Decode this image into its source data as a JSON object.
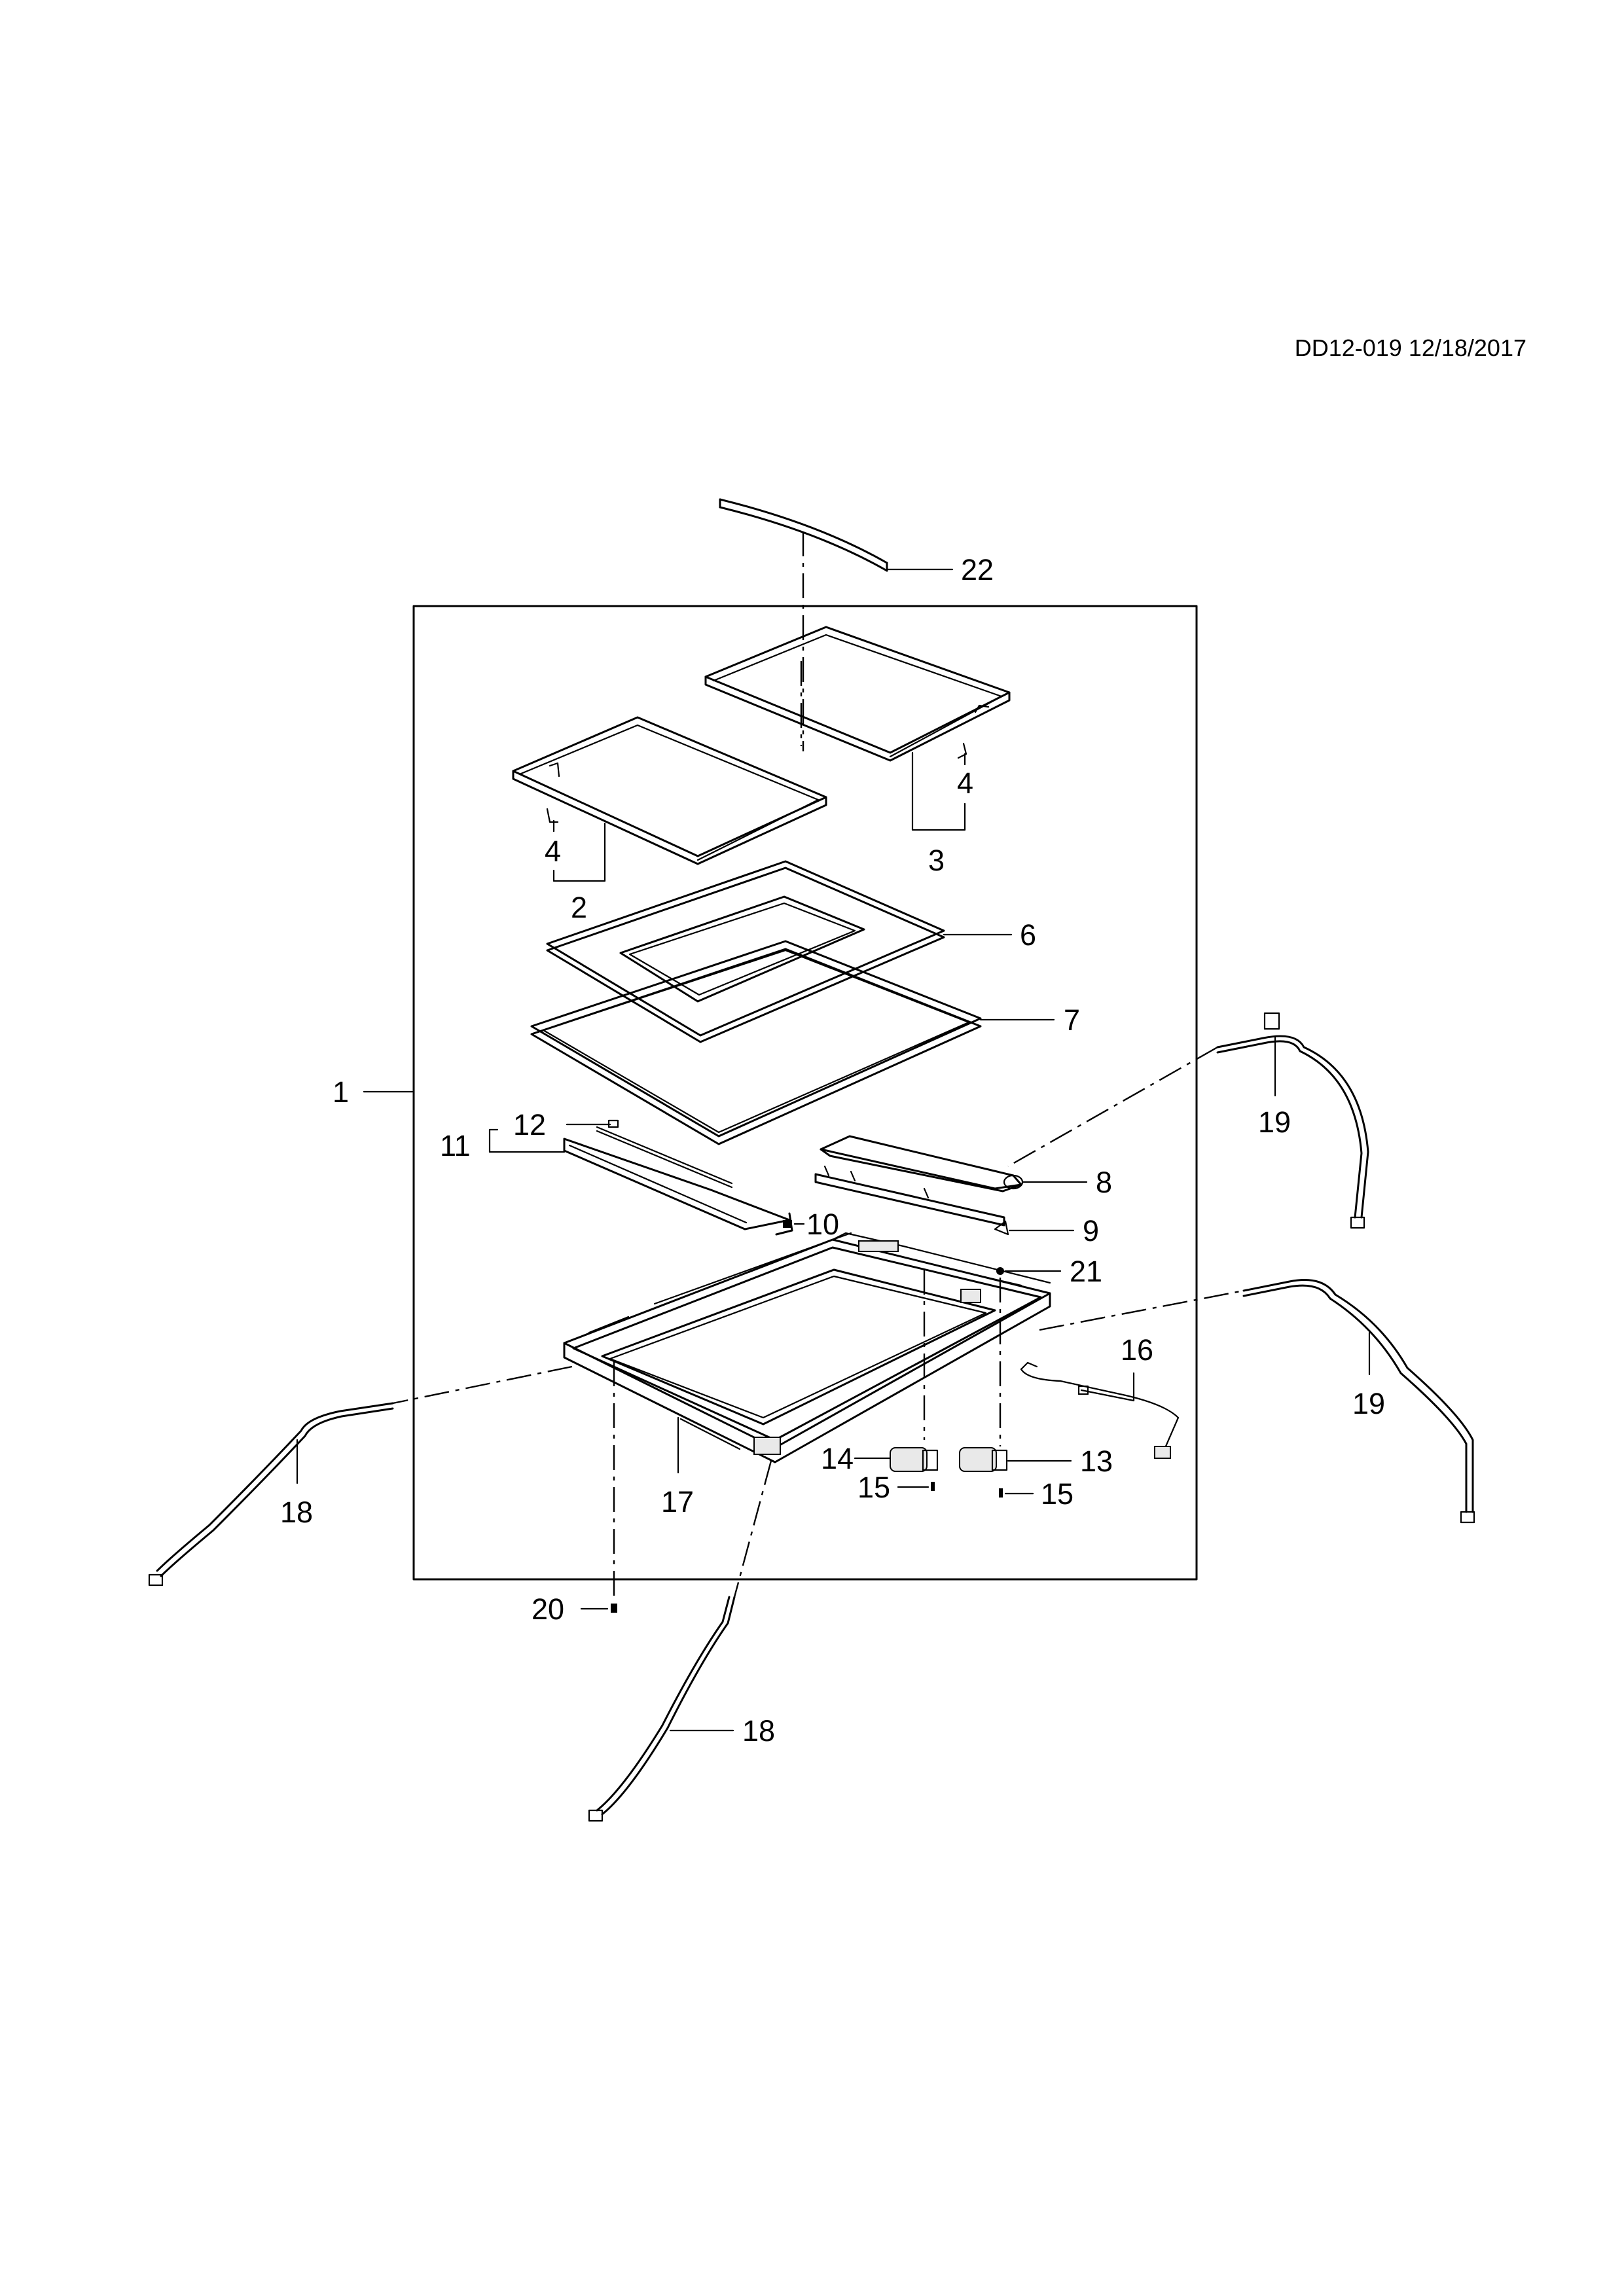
{
  "header": {
    "drawing_code": "DD12-019 12/18/2017"
  },
  "callouts": {
    "c1": "1",
    "c2": "2",
    "c3": "3",
    "c4a": "4",
    "c4b": "4",
    "c6": "6",
    "c7": "7",
    "c8": "8",
    "c9": "9",
    "c10": "10",
    "c11": "11",
    "c12": "12",
    "c13": "13",
    "c14": "14",
    "c15a": "15",
    "c15b": "15",
    "c16": "16",
    "c17": "17",
    "c18a": "18",
    "c18b": "18",
    "c19a": "19",
    "c19b": "19",
    "c20": "20",
    "c21": "21",
    "c22": "22"
  }
}
